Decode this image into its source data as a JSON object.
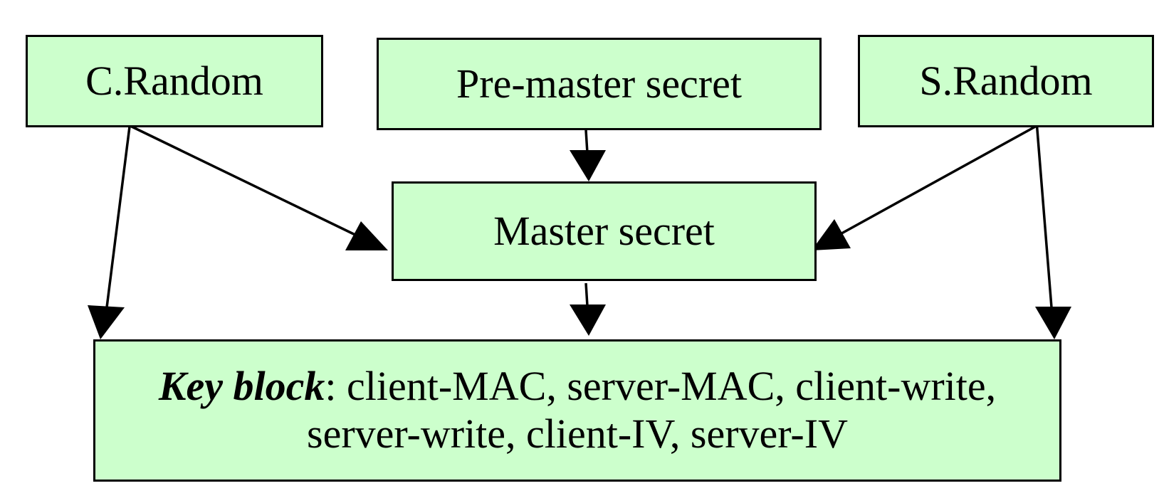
{
  "nodes": {
    "c_random": "C.Random",
    "pre_master": "Pre-master secret",
    "s_random": "S.Random",
    "master": "Master secret",
    "key_block_title": "Key block",
    "key_block_separator": ":",
    "key_block_items": " client-MAC, server-MAC, client-write, server-write, client-IV, server-IV"
  },
  "edges": [
    {
      "from": "C.Random",
      "to": "Master secret"
    },
    {
      "from": "C.Random",
      "to": "Key block"
    },
    {
      "from": "Pre-master secret",
      "to": "Master secret"
    },
    {
      "from": "S.Random",
      "to": "Master secret"
    },
    {
      "from": "S.Random",
      "to": "Key block"
    },
    {
      "from": "Master secret",
      "to": "Key block"
    }
  ],
  "colors": {
    "node_fill": "#ccffcc",
    "stroke": "#000000"
  }
}
